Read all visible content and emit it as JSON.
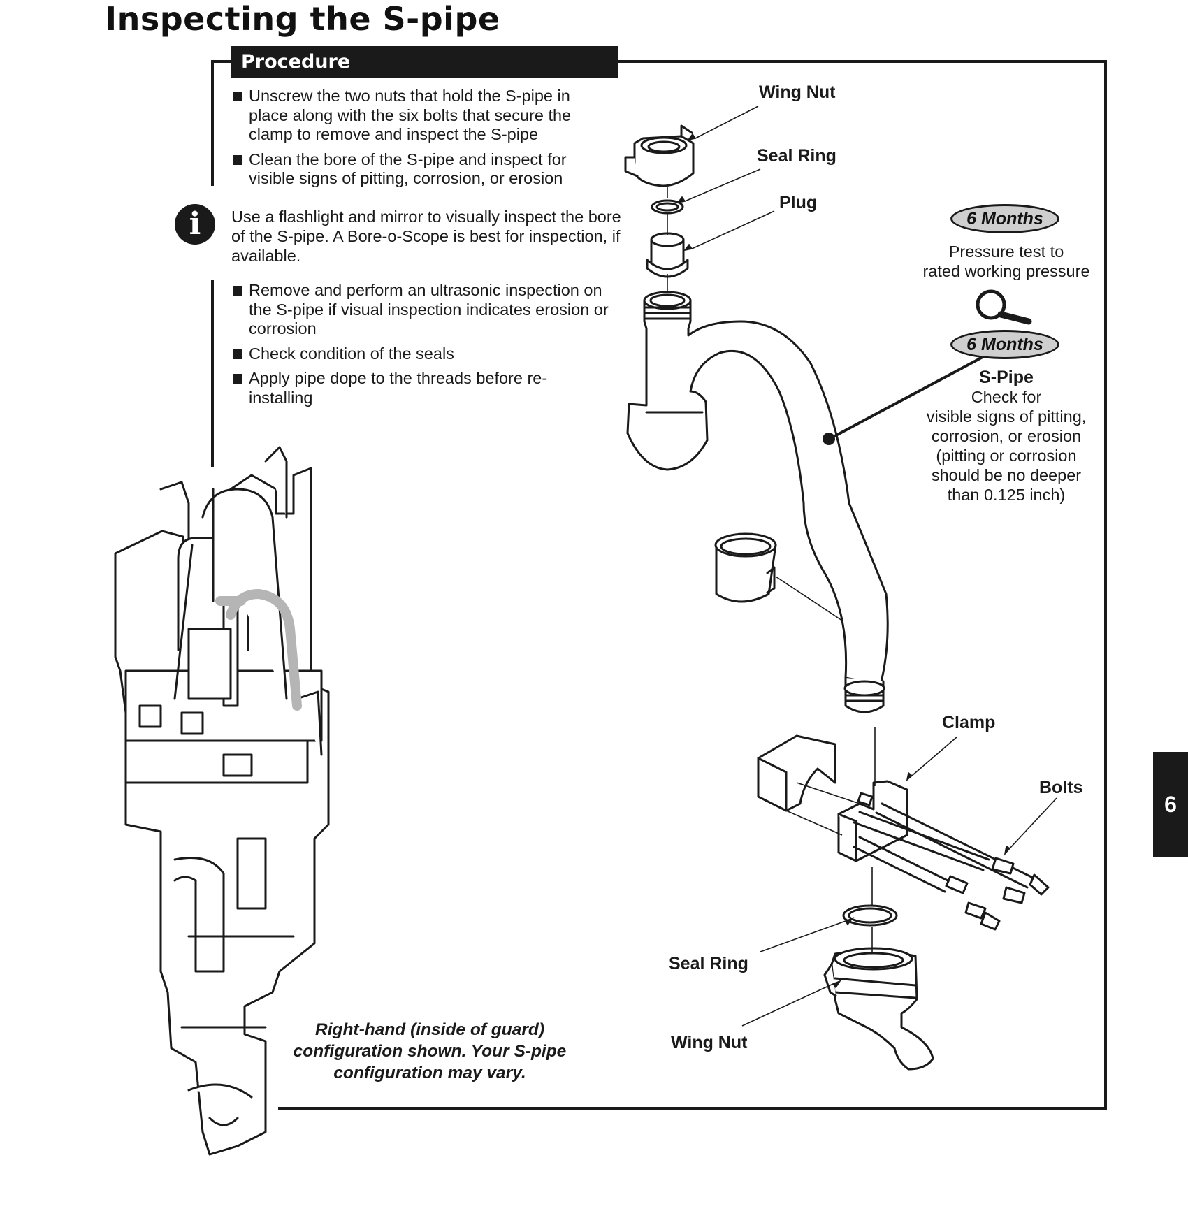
{
  "page": {
    "title": "Inspecting the S-pipe",
    "chapter_tab": "6"
  },
  "procedure": {
    "heading": "Procedure",
    "steps_a": [
      "Unscrew the two nuts that hold the S-pipe in place along with the six bolts that secure the clamp to remove and inspect the S-pipe",
      "Clean the bore of the S-pipe and inspect for visible signs of pitting, corrosion, or erosion"
    ],
    "info_icon": "info-icon",
    "info_note": "Use a flashlight and mirror to visually inspect the bore of the S-pipe. A Bore-o-Scope is best for inspection, if available.",
    "steps_b": [
      "Remove and perform an ultrasonic inspection on the S-pipe if visual inspection indicates erosion or corrosion",
      "Check condition of the seals",
      "Apply pipe dope to the threads before re-installing"
    ]
  },
  "callouts": {
    "wing_nut_top": "Wing Nut",
    "seal_ring_top": "Seal Ring",
    "plug": "Plug",
    "clamp": "Clamp",
    "bolts": "Bolts",
    "seal_ring_bottom": "Seal Ring",
    "wing_nut_bottom": "Wing Nut"
  },
  "maintenance": {
    "pressure": {
      "badge": "6 Months",
      "lines": [
        "Pressure test to",
        "rated working pressure"
      ]
    },
    "magnifier_icon": "magnifier-icon",
    "spipe": {
      "badge": "6 Months",
      "title": "S-Pipe",
      "lines": [
        "Check for",
        "visible signs of pitting,",
        "corrosion, or erosion",
        "(pitting or corrosion",
        "should be no deeper",
        "than 0.125 inch)"
      ]
    }
  },
  "caption": {
    "lines": [
      "Right-hand (inside of guard)",
      "configuration shown. Your S-pipe",
      "configuration may vary."
    ]
  }
}
